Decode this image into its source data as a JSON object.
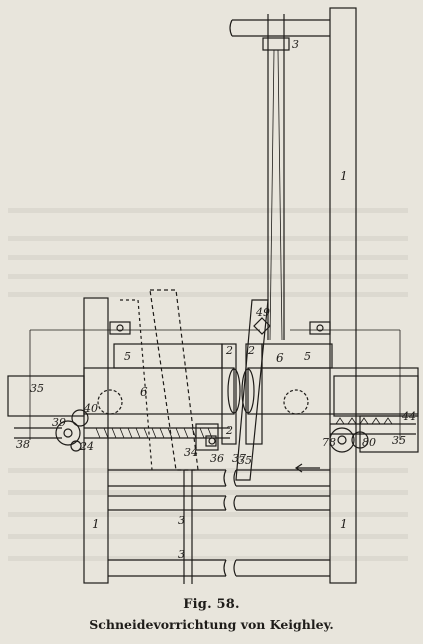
{
  "figure": {
    "number": "Fig. 58.",
    "title": "Schneidevorrichtung von Keighley.",
    "labels": {
      "frame_right_top": "1",
      "frame_left_bottom": "1",
      "frame_right_bottom": "1",
      "rod_top": "3",
      "rod_mid": "3",
      "rod_low": "3",
      "blade_left": "2",
      "blade_right": "2",
      "blade_right_low": "2",
      "block_left_top": "5",
      "block_right_top": "5",
      "block_left_mid": "6",
      "block_right_mid": "6",
      "bracket_left": "35",
      "bracket_right": "35",
      "bracket_center": "35",
      "pin_top": "49",
      "screw_38": "38",
      "gear_39": "39",
      "gear_40": "40",
      "gear_24": "24",
      "part_34": "34",
      "part_36": "36",
      "part_37": "37",
      "rack_44": "44",
      "gear_78": "78",
      "gear_80": "80"
    }
  }
}
